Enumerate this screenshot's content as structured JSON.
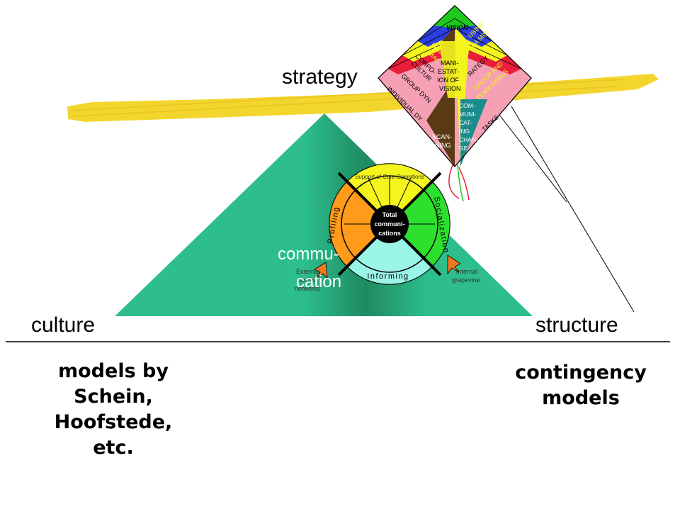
{
  "labels": {
    "strategy": "strategy",
    "culture": "culture",
    "structure": "structure",
    "communication_line1": "commu-",
    "communication_line2": "cation",
    "external_networks_line1": "External",
    "external_networks_line2": "social",
    "external_networks_line3": "networks",
    "internal_grapevine_line1": "Internal",
    "internal_grapevine_line2": "grapevine"
  },
  "left_models": [
    "models by",
    "Schein,",
    "Hoofstede,",
    "etc."
  ],
  "right_models": [
    "contingency",
    "models"
  ],
  "wheel": {
    "center_line1": "Total",
    "center_line2": "communi-",
    "center_line3": "cations",
    "top": "Support of Core Operations",
    "left": "Profiling",
    "right": "Socialization",
    "bottom": "Informing"
  },
  "kite": {
    "vision": "VISION",
    "legal_left": "LEGI-",
    "legal_left2": "MAC",
    "business_right": "USINE",
    "business_right2": "EA MIS",
    "corporate_left": "CORPO-",
    "corporate_left2": "CULTUR",
    "strategy_right": "RATEGY",
    "group_left": "GROUP DYN",
    "group_right": "GROUP AND",
    "group_right2": "TEAM GOALS",
    "individual_left": "INDIVIDUAL DY",
    "tasks_right": "TASKS",
    "manifestation": [
      "MANI-",
      "ESTAT-",
      "ION OF",
      "VISION"
    ],
    "communicating_change": [
      "COM-",
      "MUNI-",
      "CAT-",
      "ING",
      "CHAN-",
      "GE"
    ],
    "scanning": [
      "SCAN-",
      "NING"
    ]
  },
  "colors": {
    "triangle": "#2DBE8C",
    "band": "#F2D62E",
    "wheel_yellow": "#F5F51E",
    "wheel_orange": "#FF9A1A",
    "wheel_green": "#2EE02E",
    "wheel_cyan": "#9AF5E6",
    "kite_green": "#1EC81E",
    "kite_blue": "#2B3FE0",
    "kite_yellow": "#F5F51E",
    "kite_red": "#E81E3A",
    "kite_pink": "#F5A0B4",
    "kite_brown": "#5A3A14",
    "kite_teal": "#1A8C8C",
    "arrow_orange": "#F07A22"
  }
}
